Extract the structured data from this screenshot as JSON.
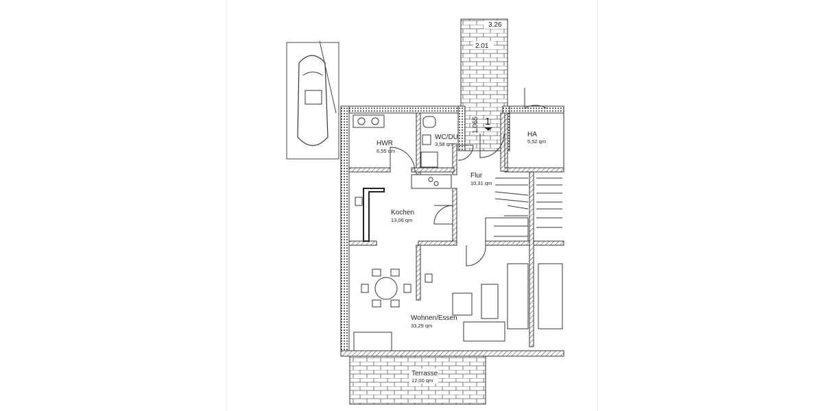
{
  "rooms": {
    "hwr": {
      "name": "HWR",
      "area": "6,55 qm"
    },
    "wc": {
      "name": "WC/DU",
      "area": "3,58 qm"
    },
    "ha": {
      "name": "HA",
      "area": "5,52 qm"
    },
    "flur": {
      "name": "Flur",
      "area": "10,31 qm"
    },
    "kochen": {
      "name": "Kochen",
      "area": "13,06 qm"
    },
    "wohnen": {
      "name": "Wohnen/Essen",
      "area": "33,29 qm"
    },
    "terrasse": {
      "name": "Terrasse",
      "area": "12,00 qm"
    }
  },
  "dimensions": {
    "top": "3.26",
    "mid": "2.01",
    "entry": "1.065",
    "step": "1"
  }
}
